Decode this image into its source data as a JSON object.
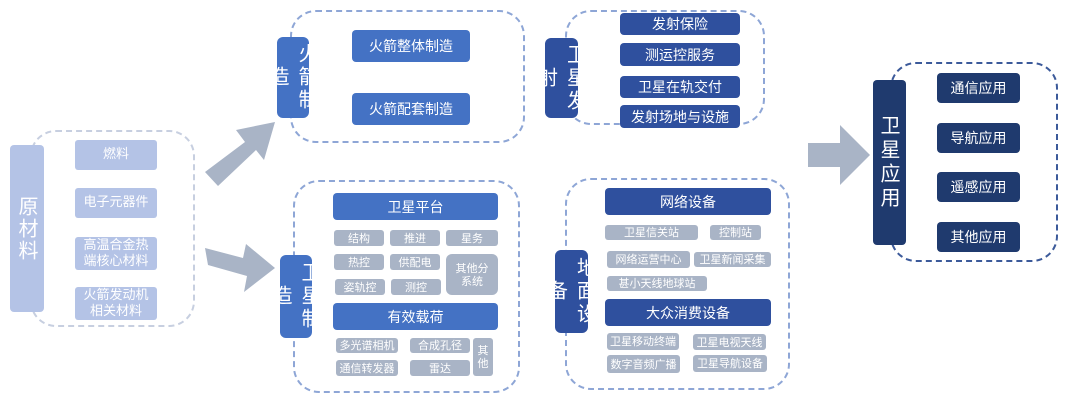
{
  "raw": {
    "label": "原材料",
    "items": [
      "燃料",
      "电子元器件",
      "高温合金热端核心材料",
      "火箭发动机相关材料"
    ]
  },
  "rocket": {
    "label": "火箭制造",
    "items": [
      "火箭整体制造",
      "火箭配套制造"
    ]
  },
  "launch": {
    "label": "卫星发射",
    "items": [
      "发射保险",
      "测运控服务",
      "卫星在轨交付",
      "发射场地与设施"
    ]
  },
  "sat": {
    "label": "卫星制造",
    "platform": "卫星平台",
    "platform_items": [
      "结构",
      "推进",
      "星务",
      "热控",
      "供配电",
      "姿轨控",
      "测控",
      "其他分系统"
    ],
    "payload": "有效载荷",
    "payload_items": [
      "多光谱相机",
      "合成孔径",
      "通信转发器",
      "雷达",
      "其他"
    ]
  },
  "ground": {
    "label": "地面设备",
    "network": "网络设备",
    "network_items": [
      "卫星信关站",
      "控制站",
      "网络运营中心",
      "卫星新闻采集",
      "甚小天线地球站"
    ],
    "consumer": "大众消费设备",
    "consumer_items": [
      "卫星移动终端",
      "卫星电视天线",
      "数字音频广播",
      "卫星导航设备"
    ]
  },
  "app": {
    "label": "卫星应用",
    "items": [
      "通信应用",
      "导航应用",
      "遥感应用",
      "其他应用"
    ]
  }
}
